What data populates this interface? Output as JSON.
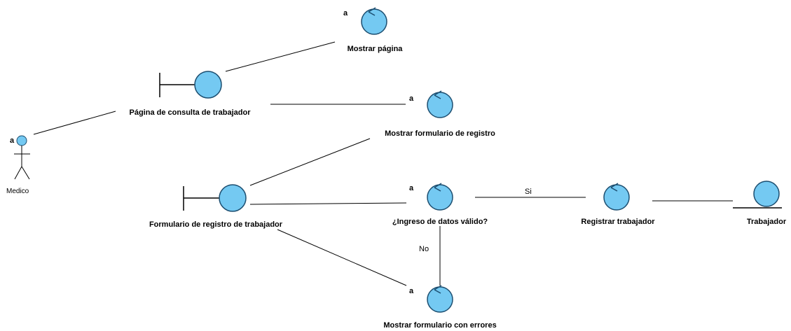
{
  "actor": {
    "name": "Medico",
    "marker": "a"
  },
  "boundaries": {
    "pagina_consulta": "Página de consulta de trabajador",
    "formulario_registro": "Formulario de registro de trabajador"
  },
  "controls": {
    "mostrar_pagina": {
      "label": "Mostrar página",
      "marker": "a"
    },
    "mostrar_formulario_registro": {
      "label": "Mostrar formulario de registro",
      "marker": "a"
    },
    "ingreso_datos": {
      "label": "¿Ingreso de datos válido?",
      "marker": "a"
    },
    "mostrar_formulario_errores": {
      "label": "Mostrar formulario con errores",
      "marker": "a"
    },
    "registrar_trabajador": {
      "label": "Registrar trabajador"
    }
  },
  "entities": {
    "trabajador": "Trabajador"
  },
  "edge_labels": {
    "si": "Si",
    "no": "No"
  },
  "colors": {
    "fill": "#74c9f2",
    "stroke": "#1c4e70",
    "line": "#000000"
  }
}
